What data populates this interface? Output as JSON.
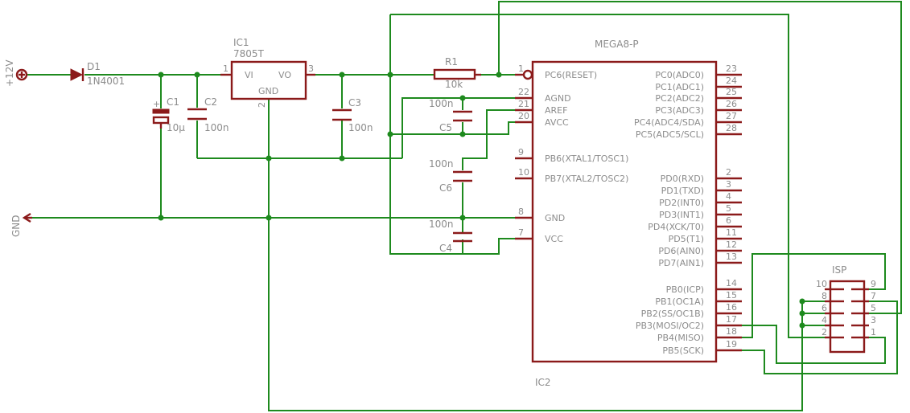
{
  "supply": {
    "label": "+12V"
  },
  "ground": {
    "label": "GND"
  },
  "diode": {
    "name": "D1",
    "value": "1N4001"
  },
  "regulator": {
    "name": "IC1",
    "value": "7805T",
    "pin_vi": "VI",
    "pin_vo": "VO",
    "pin_gnd": "GND",
    "num_in": "1",
    "num_out": "3",
    "num_gnd": "2"
  },
  "caps": {
    "c1": {
      "name": "C1",
      "value": "10µ"
    },
    "c2": {
      "name": "C2",
      "value": "100n"
    },
    "c3": {
      "name": "C3",
      "value": "100n"
    },
    "c4": {
      "name": "C4",
      "value": "100n"
    },
    "c5": {
      "name": "C5",
      "value": "100n"
    },
    "c6": {
      "name": "C6",
      "value": "100n"
    }
  },
  "resistor": {
    "name": "R1",
    "value": "10k"
  },
  "mcu": {
    "part": "MEGA8-P",
    "name": "IC2",
    "left_pins": [
      {
        "num": "1",
        "label": "PC6(RESET)"
      },
      {
        "num": "22",
        "label": "AGND"
      },
      {
        "num": "21",
        "label": "AREF"
      },
      {
        "num": "20",
        "label": "AVCC"
      },
      {
        "num": "9",
        "label": "PB6(XTAL1/TOSC1)"
      },
      {
        "num": "10",
        "label": "PB7(XTAL2/TOSC2)"
      },
      {
        "num": "8",
        "label": "GND"
      },
      {
        "num": "7",
        "label": "VCC"
      }
    ],
    "right_pins": [
      {
        "num": "23",
        "label": "PC0(ADC0)"
      },
      {
        "num": "24",
        "label": "PC1(ADC1)"
      },
      {
        "num": "25",
        "label": "PC2(ADC2)"
      },
      {
        "num": "26",
        "label": "PC3(ADC3)"
      },
      {
        "num": "27",
        "label": "PC4(ADC4/SDA)"
      },
      {
        "num": "28",
        "label": "PC5(ADC5/SCL)"
      },
      {
        "num": "2",
        "label": "PD0(RXD)"
      },
      {
        "num": "3",
        "label": "PD1(TXD)"
      },
      {
        "num": "4",
        "label": "PD2(INT0)"
      },
      {
        "num": "5",
        "label": "PD3(INT1)"
      },
      {
        "num": "6",
        "label": "PD4(XCK/T0)"
      },
      {
        "num": "11",
        "label": "PD5(T1)"
      },
      {
        "num": "12",
        "label": "PD6(AIN0)"
      },
      {
        "num": "13",
        "label": "PD7(AIN1)"
      },
      {
        "num": "14",
        "label": "PB0(ICP)"
      },
      {
        "num": "15",
        "label": "PB1(OC1A)"
      },
      {
        "num": "16",
        "label": "PB2(SS/OC1B)"
      },
      {
        "num": "17",
        "label": "PB3(MOSI/OC2)"
      },
      {
        "num": "18",
        "label": "PB4(MISO)"
      },
      {
        "num": "19",
        "label": "PB5(SCK)"
      }
    ]
  },
  "isp": {
    "name": "ISP",
    "left_pins": [
      "10",
      "8",
      "6",
      "4",
      "2"
    ],
    "right_pins": [
      "9",
      "7",
      "5",
      "3",
      "1"
    ]
  }
}
